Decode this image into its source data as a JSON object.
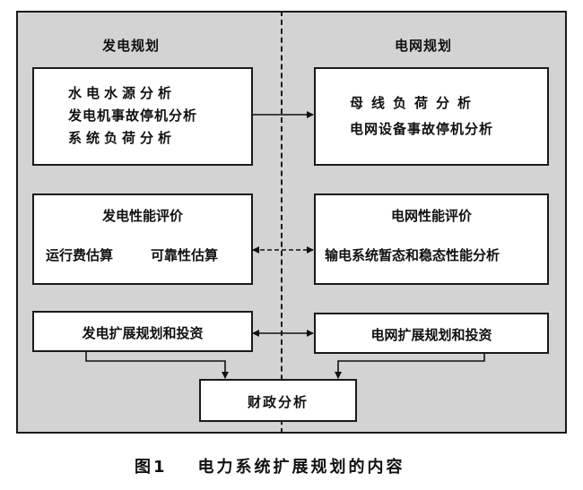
{
  "sections": {
    "generation": "发电规划",
    "grid": "电网规划"
  },
  "boxes": {
    "gen_analysis": {
      "lines": [
        "水电水源分析",
        "发电机事故停机分析",
        "系统负荷分析"
      ]
    },
    "grid_analysis": {
      "lines": [
        "母线负荷分析",
        "电网设备事故停机分析"
      ]
    },
    "gen_eval": {
      "title": "发电性能评价",
      "left": "运行费估算",
      "right": "可靠性估算"
    },
    "grid_eval": {
      "title": "电网性能评价",
      "line": "输电系统暂态和稳态性能分析"
    },
    "gen_expansion": "发电扩展规划和投资",
    "grid_expansion": "电网扩展规划和投资",
    "finance": "财政分析"
  },
  "caption": {
    "number": "图1",
    "text": "电力系统扩展规划的内容"
  }
}
